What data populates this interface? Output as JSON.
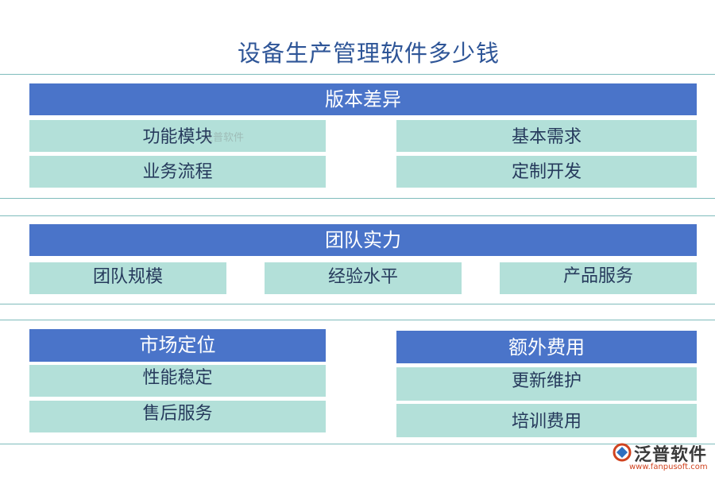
{
  "title": "设备生产管理软件多少钱",
  "section1": {
    "header": "版本差异",
    "items": [
      "功能模块",
      "基本需求",
      "业务流程",
      "定制开发"
    ]
  },
  "section2": {
    "header": "团队实力",
    "items": [
      "团队规模",
      "经验水平",
      "产品服务"
    ]
  },
  "section3": {
    "left": {
      "header": "市场定位",
      "items": [
        "性能稳定",
        "售后服务"
      ]
    },
    "right": {
      "header": "额外费用",
      "items": [
        "更新维护",
        "培训费用"
      ]
    }
  },
  "watermark": "泛普软件",
  "logo": {
    "name": "泛普软件",
    "url": "www.fanpusoft.com",
    "icon": "fanpu-logo-icon"
  },
  "colors": {
    "header": "#4a74c9",
    "cell": "#b3e0d9",
    "title": "#2e5597",
    "rule": "#7fbcbc"
  }
}
